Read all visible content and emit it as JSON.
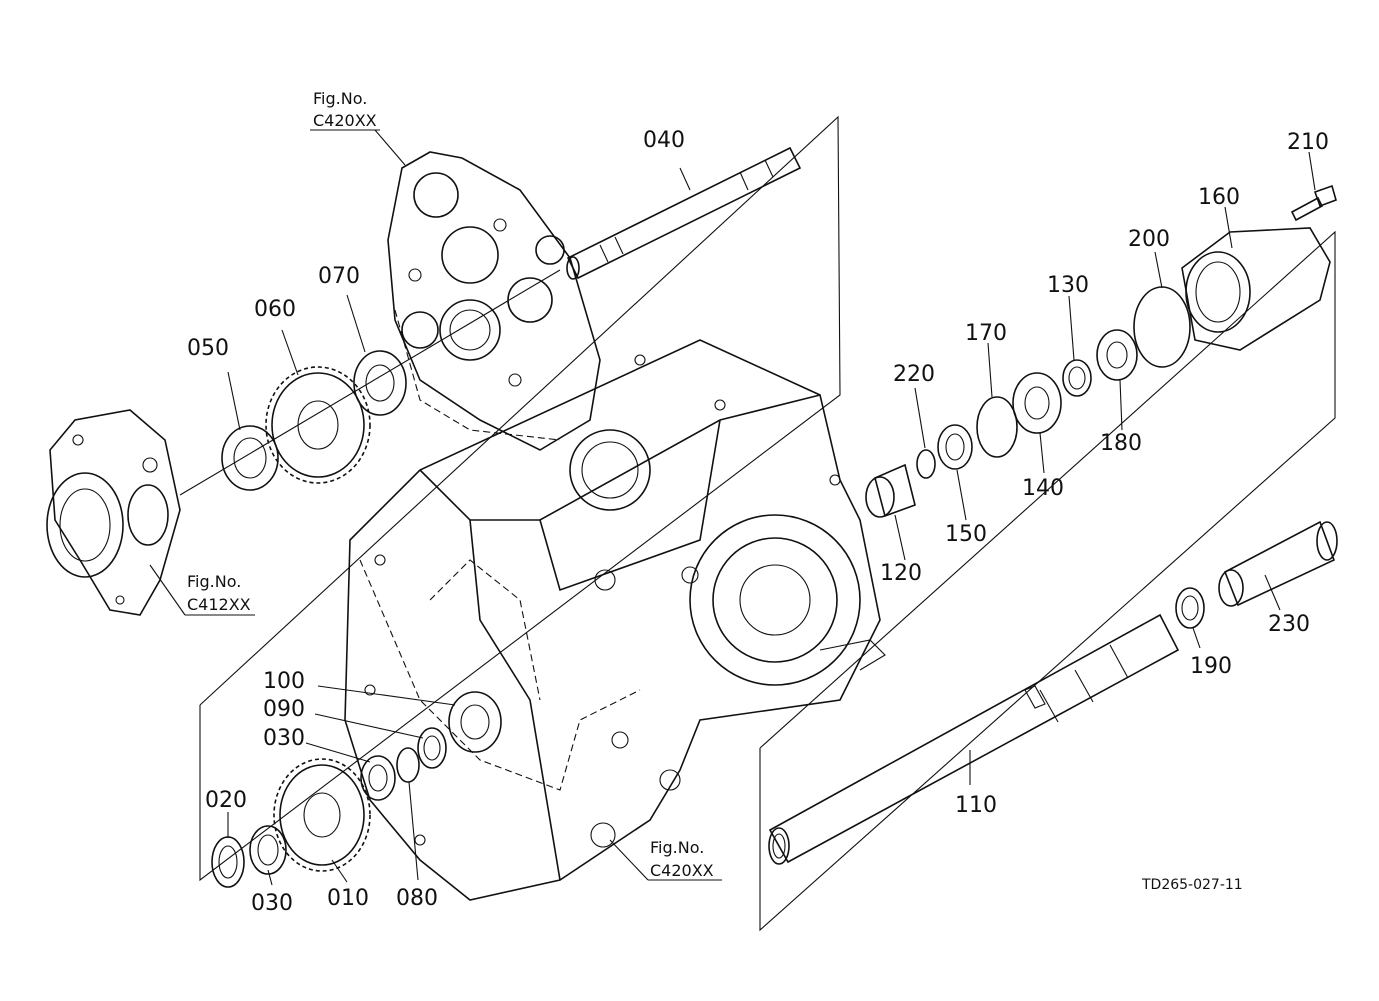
{
  "part_labels": {
    "p010": "010",
    "p020": "020",
    "p030a": "030",
    "p030b": "030",
    "p040": "040",
    "p050": "050",
    "p060": "060",
    "p070": "070",
    "p080": "080",
    "p090": "090",
    "p100": "100",
    "p110": "110",
    "p120": "120",
    "p130": "130",
    "p140": "140",
    "p150": "150",
    "p160": "160",
    "p170": "170",
    "p180": "180",
    "p190": "190",
    "p200": "200",
    "p210": "210",
    "p220": "220",
    "p230": "230"
  },
  "figure_refs": {
    "top": {
      "line1": "Fig.No.",
      "line2": "C420XX"
    },
    "left": {
      "line1": "Fig.No.",
      "line2": "C412XX"
    },
    "bottom": {
      "line1": "Fig.No.",
      "line2": "C420XX"
    }
  },
  "drawing_code": "TD265-027-11"
}
